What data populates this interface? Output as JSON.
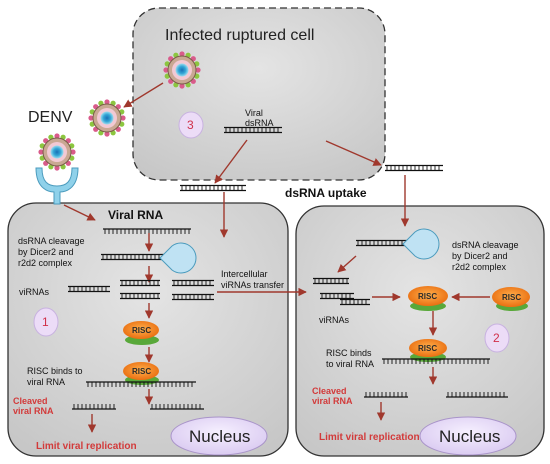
{
  "labels": {
    "infected_cell": "Infected ruptured cell",
    "denv": "DENV",
    "viral_dsrna_line1": "Viral",
    "viral_dsrna_line2": "dsRNA",
    "dsrna_uptake": "dsRNA uptake",
    "viral_rna": "Viral RNA",
    "cleavage_left_1": "dsRNA cleavage",
    "cleavage_left_2": "by Dicer2 and",
    "cleavage_left_3": "r2d2 complex",
    "cleavage_right_1": "dsRNA cleavage",
    "cleavage_right_2": "by Dicer2 and",
    "cleavage_right_3": "r2d2 complex",
    "virnas_left": "viRNAs",
    "virnas_right": "viRNAs",
    "intercellular_1": "Intercellular",
    "intercellular_2": "viRNAs transfer",
    "risc": "RISC",
    "risc_binds_left_1": "RISC binds to",
    "risc_binds_left_2": "viral RNA",
    "risc_binds_right_1": "RISC binds",
    "risc_binds_right_2": "to viral RNA",
    "cleaved_left_1": "Cleaved",
    "cleaved_left_2": "viral RNA",
    "cleaved_right_1": "Cleaved",
    "cleaved_right_2": "viral RNA",
    "limit_left": "Limit viral replication",
    "limit_right": "Limit viral replication",
    "nucleus_left": "Nucleus",
    "nucleus_right": "Nucleus",
    "step_1": "1",
    "step_2": "2",
    "step_3": "3"
  },
  "colors": {
    "cell_fill": "#d7d7d7",
    "cell_border": "#333333",
    "arrow": "#a0382d",
    "risc": "#f07f1b",
    "risc_base": "#59a83a",
    "dicer": "#bfe2f3",
    "nucleus": "#e5d9f5",
    "receptor": "#8fd1ea",
    "virus_ring": "#8a6f5a",
    "virus_spike": "#8cc63f",
    "label_red": "#d23a3a"
  }
}
